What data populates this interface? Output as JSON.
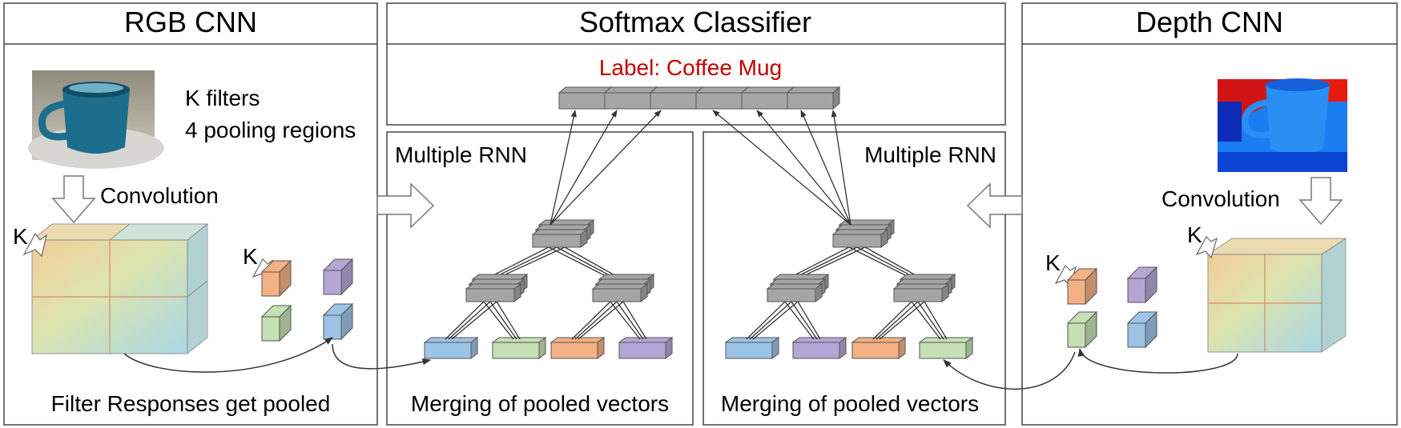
{
  "panels": {
    "rgb_cnn": {
      "title": "RGB CNN",
      "filters_line1": "K filters",
      "filters_line2": "4 pooling regions",
      "convolution": "Convolution",
      "k_label": "K",
      "caption": "Filter Responses get pooled"
    },
    "softmax": {
      "title": "Softmax Classifier",
      "label": "Label: Coffee Mug"
    },
    "rnn_left": {
      "title": "Multiple RNN",
      "caption": "Merging of pooled vectors"
    },
    "rnn_right": {
      "title": "Multiple RNN",
      "caption": "Merging of pooled vectors"
    },
    "depth_cnn": {
      "title": "Depth CNN",
      "convolution": "Convolution",
      "k_label": "K"
    }
  },
  "colors": {
    "border": "#444444",
    "label_red": "#c00000",
    "node_gray": "#a6a6a6",
    "vec_blue": "#9dc3e6",
    "vec_green": "#c5e0b4",
    "vec_orange": "#f4b183",
    "vec_purple": "#b4a7d6"
  }
}
